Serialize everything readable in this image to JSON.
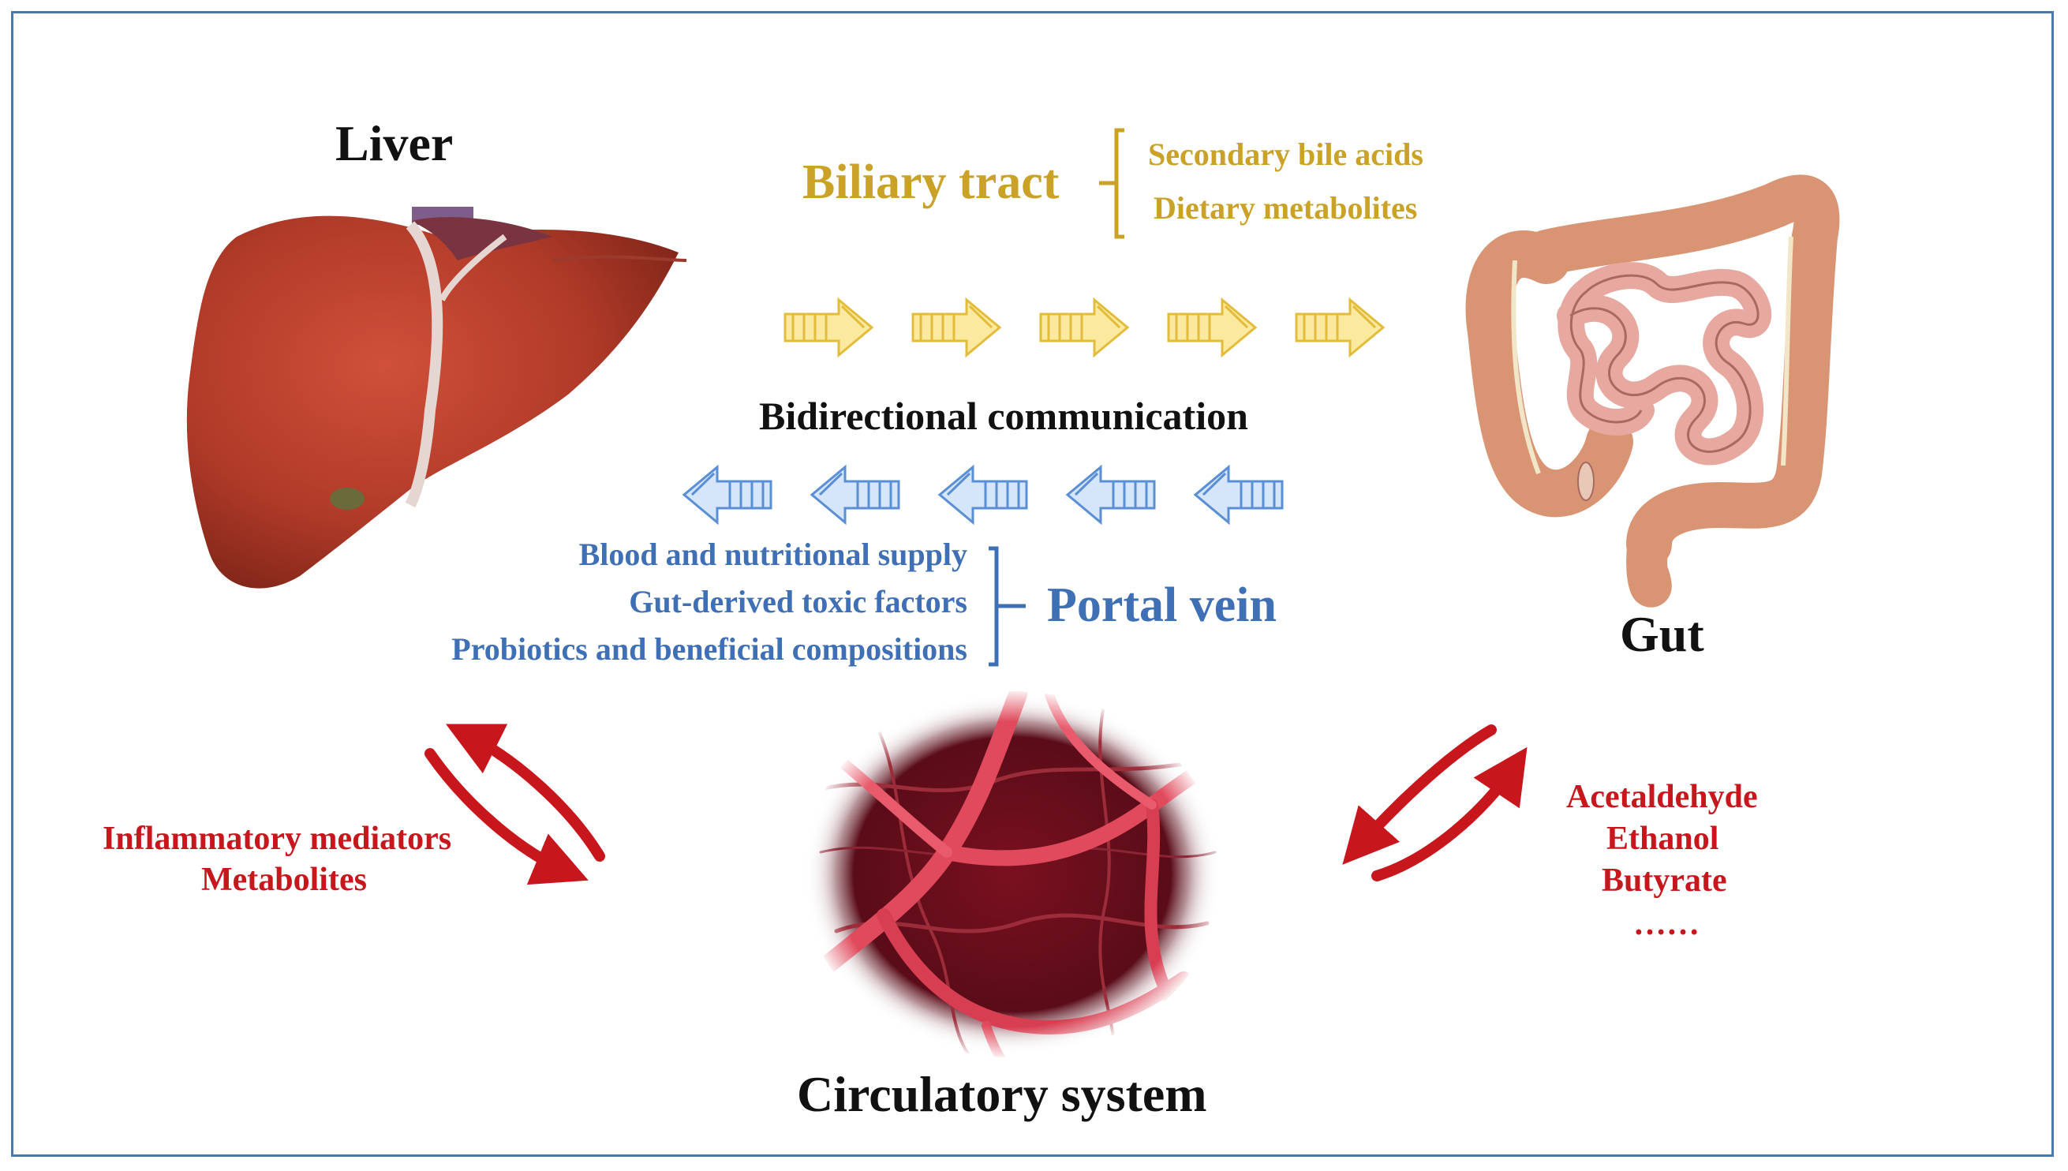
{
  "labels": {
    "liver": "Liver",
    "gut": "Gut",
    "circulatory": "Circulatory system",
    "bidirectional": "Bidirectional communication"
  },
  "biliary": {
    "title": "Biliary tract",
    "items": [
      "Secondary bile acids",
      "Dietary metabolites"
    ]
  },
  "portal": {
    "title": "Portal vein",
    "items": [
      "Blood and nutritional supply",
      "Gut-derived toxic factors",
      "Probiotics and beneficial compositions"
    ]
  },
  "liver_exchange": {
    "items": [
      "Inflammatory mediators",
      "Metabolites"
    ]
  },
  "gut_exchange": {
    "items": [
      "Acetaldehyde",
      "Ethanol",
      "Butyrate",
      "……"
    ]
  },
  "colors": {
    "gold": "#c9a227",
    "blue": "#3f6fb4",
    "red": "#c8161d",
    "frame": "#4a7ab0"
  },
  "icons": {
    "liver": "liver-illustration-icon",
    "gut": "intestine-illustration-icon",
    "vessels": "blood-vessel-network-icon"
  }
}
